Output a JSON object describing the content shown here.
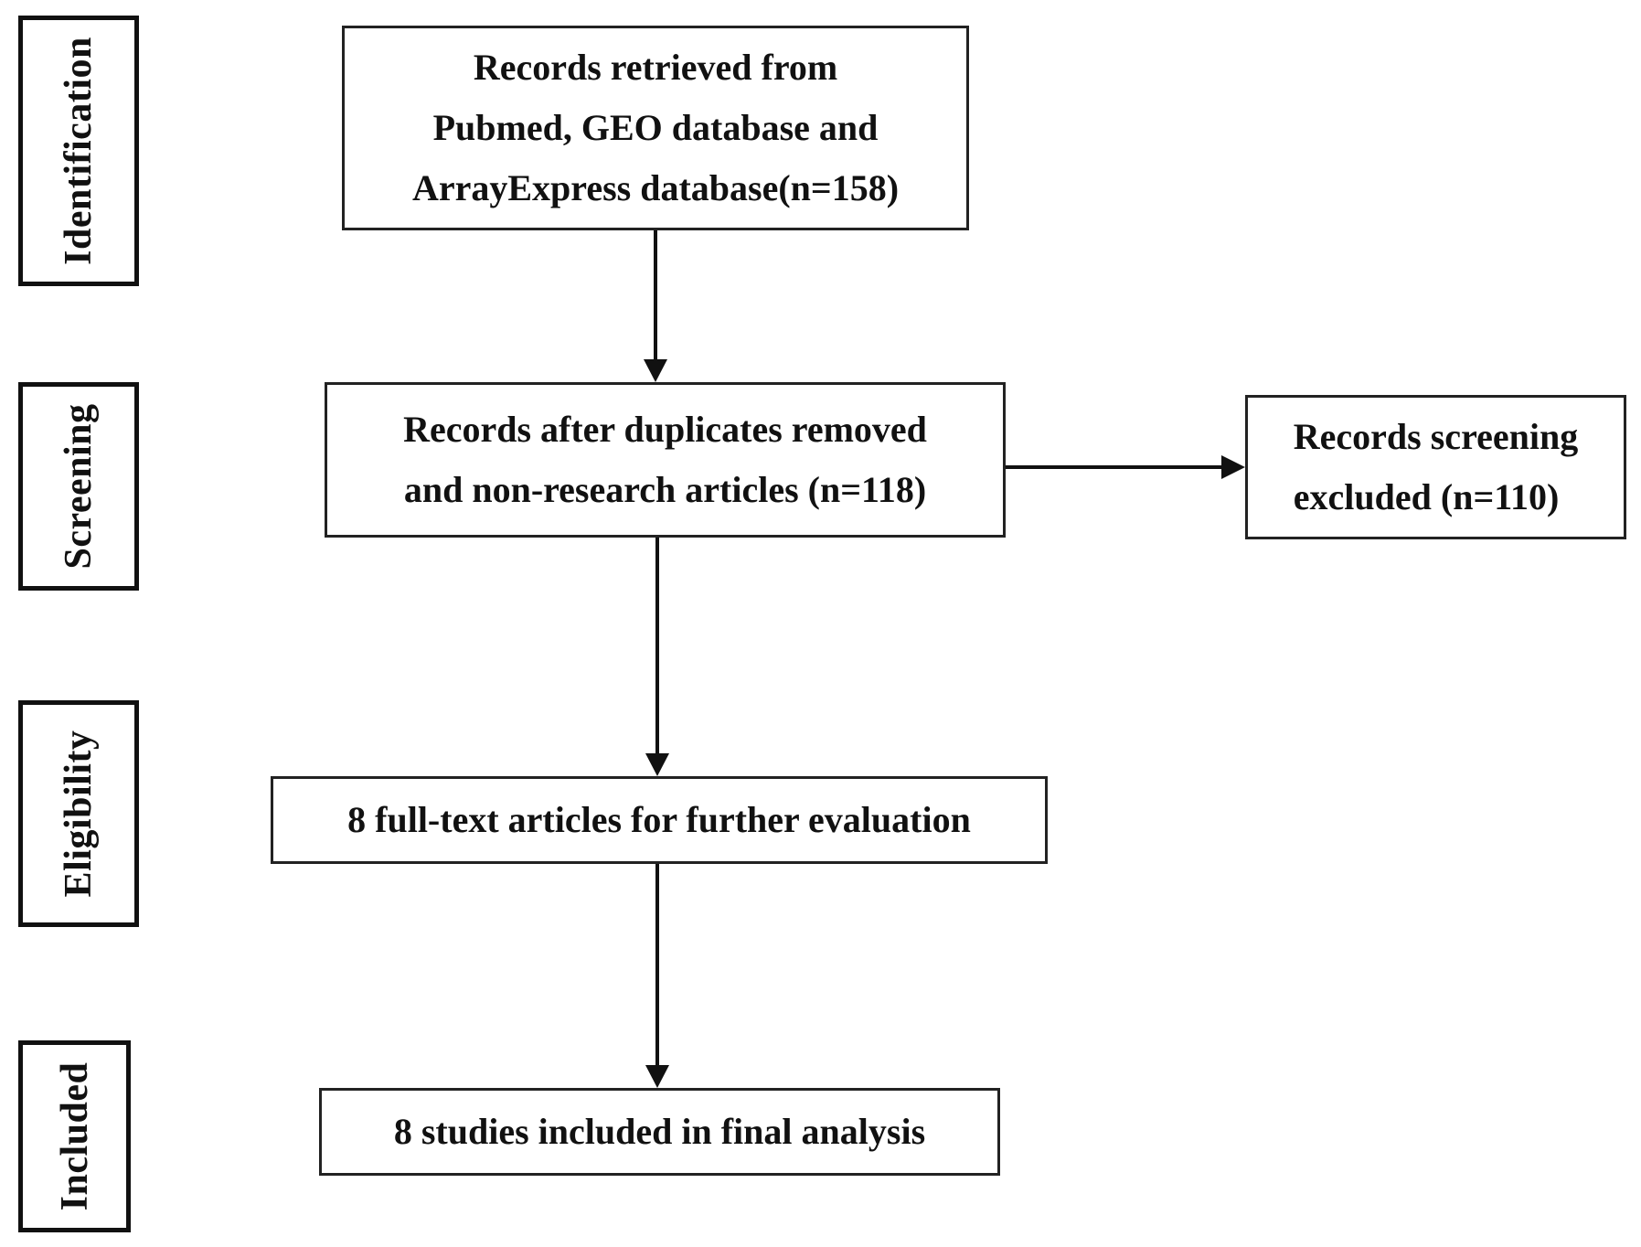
{
  "stages": {
    "identification": "Identification",
    "screening": "Screening",
    "eligibility": "Eligibility",
    "included": "Included"
  },
  "boxes": {
    "records_retrieved": "Records retrieved from\nPubmed, GEO database and\nArrayExpress database(n=158)",
    "after_duplicates": "Records after duplicates removed\nand non-research articles (n=118)",
    "screening_excluded": "Records  screening\nexcluded (n=110)",
    "full_text": "8 full-text articles for further evaluation",
    "final_analysis": "8 studies included in final analysis"
  },
  "colors": {
    "line": "#111111",
    "background": "#ffffff"
  }
}
